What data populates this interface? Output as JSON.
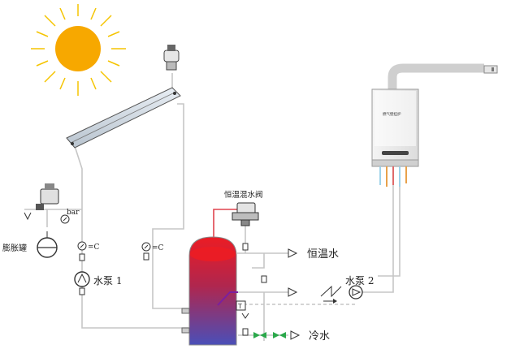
{
  "labels": {
    "mixing_valve": "恒温混水阀",
    "constant_temp_water": "恒温水",
    "cold_water": "冷水",
    "pump_1": "水泵 1",
    "pump_2": "水泵 2",
    "expansion_tank": "膨胀罐",
    "pressure_unit": "bar",
    "temp_sensor_collector": "=C",
    "temp_sensor_pump": "=C",
    "boiler_brand": "燃气壁挂炉"
  },
  "colors": {
    "sun": "#f7a800",
    "sun_rays": "#f5c400",
    "pipe": "#c8c8c8",
    "red_pipe": "#e0444e",
    "tank_top": "#e8202a",
    "tank_bottom": "#4a4fb8",
    "green_valve": "#2aa84a",
    "accent_arrow": "#7a1fa0"
  }
}
